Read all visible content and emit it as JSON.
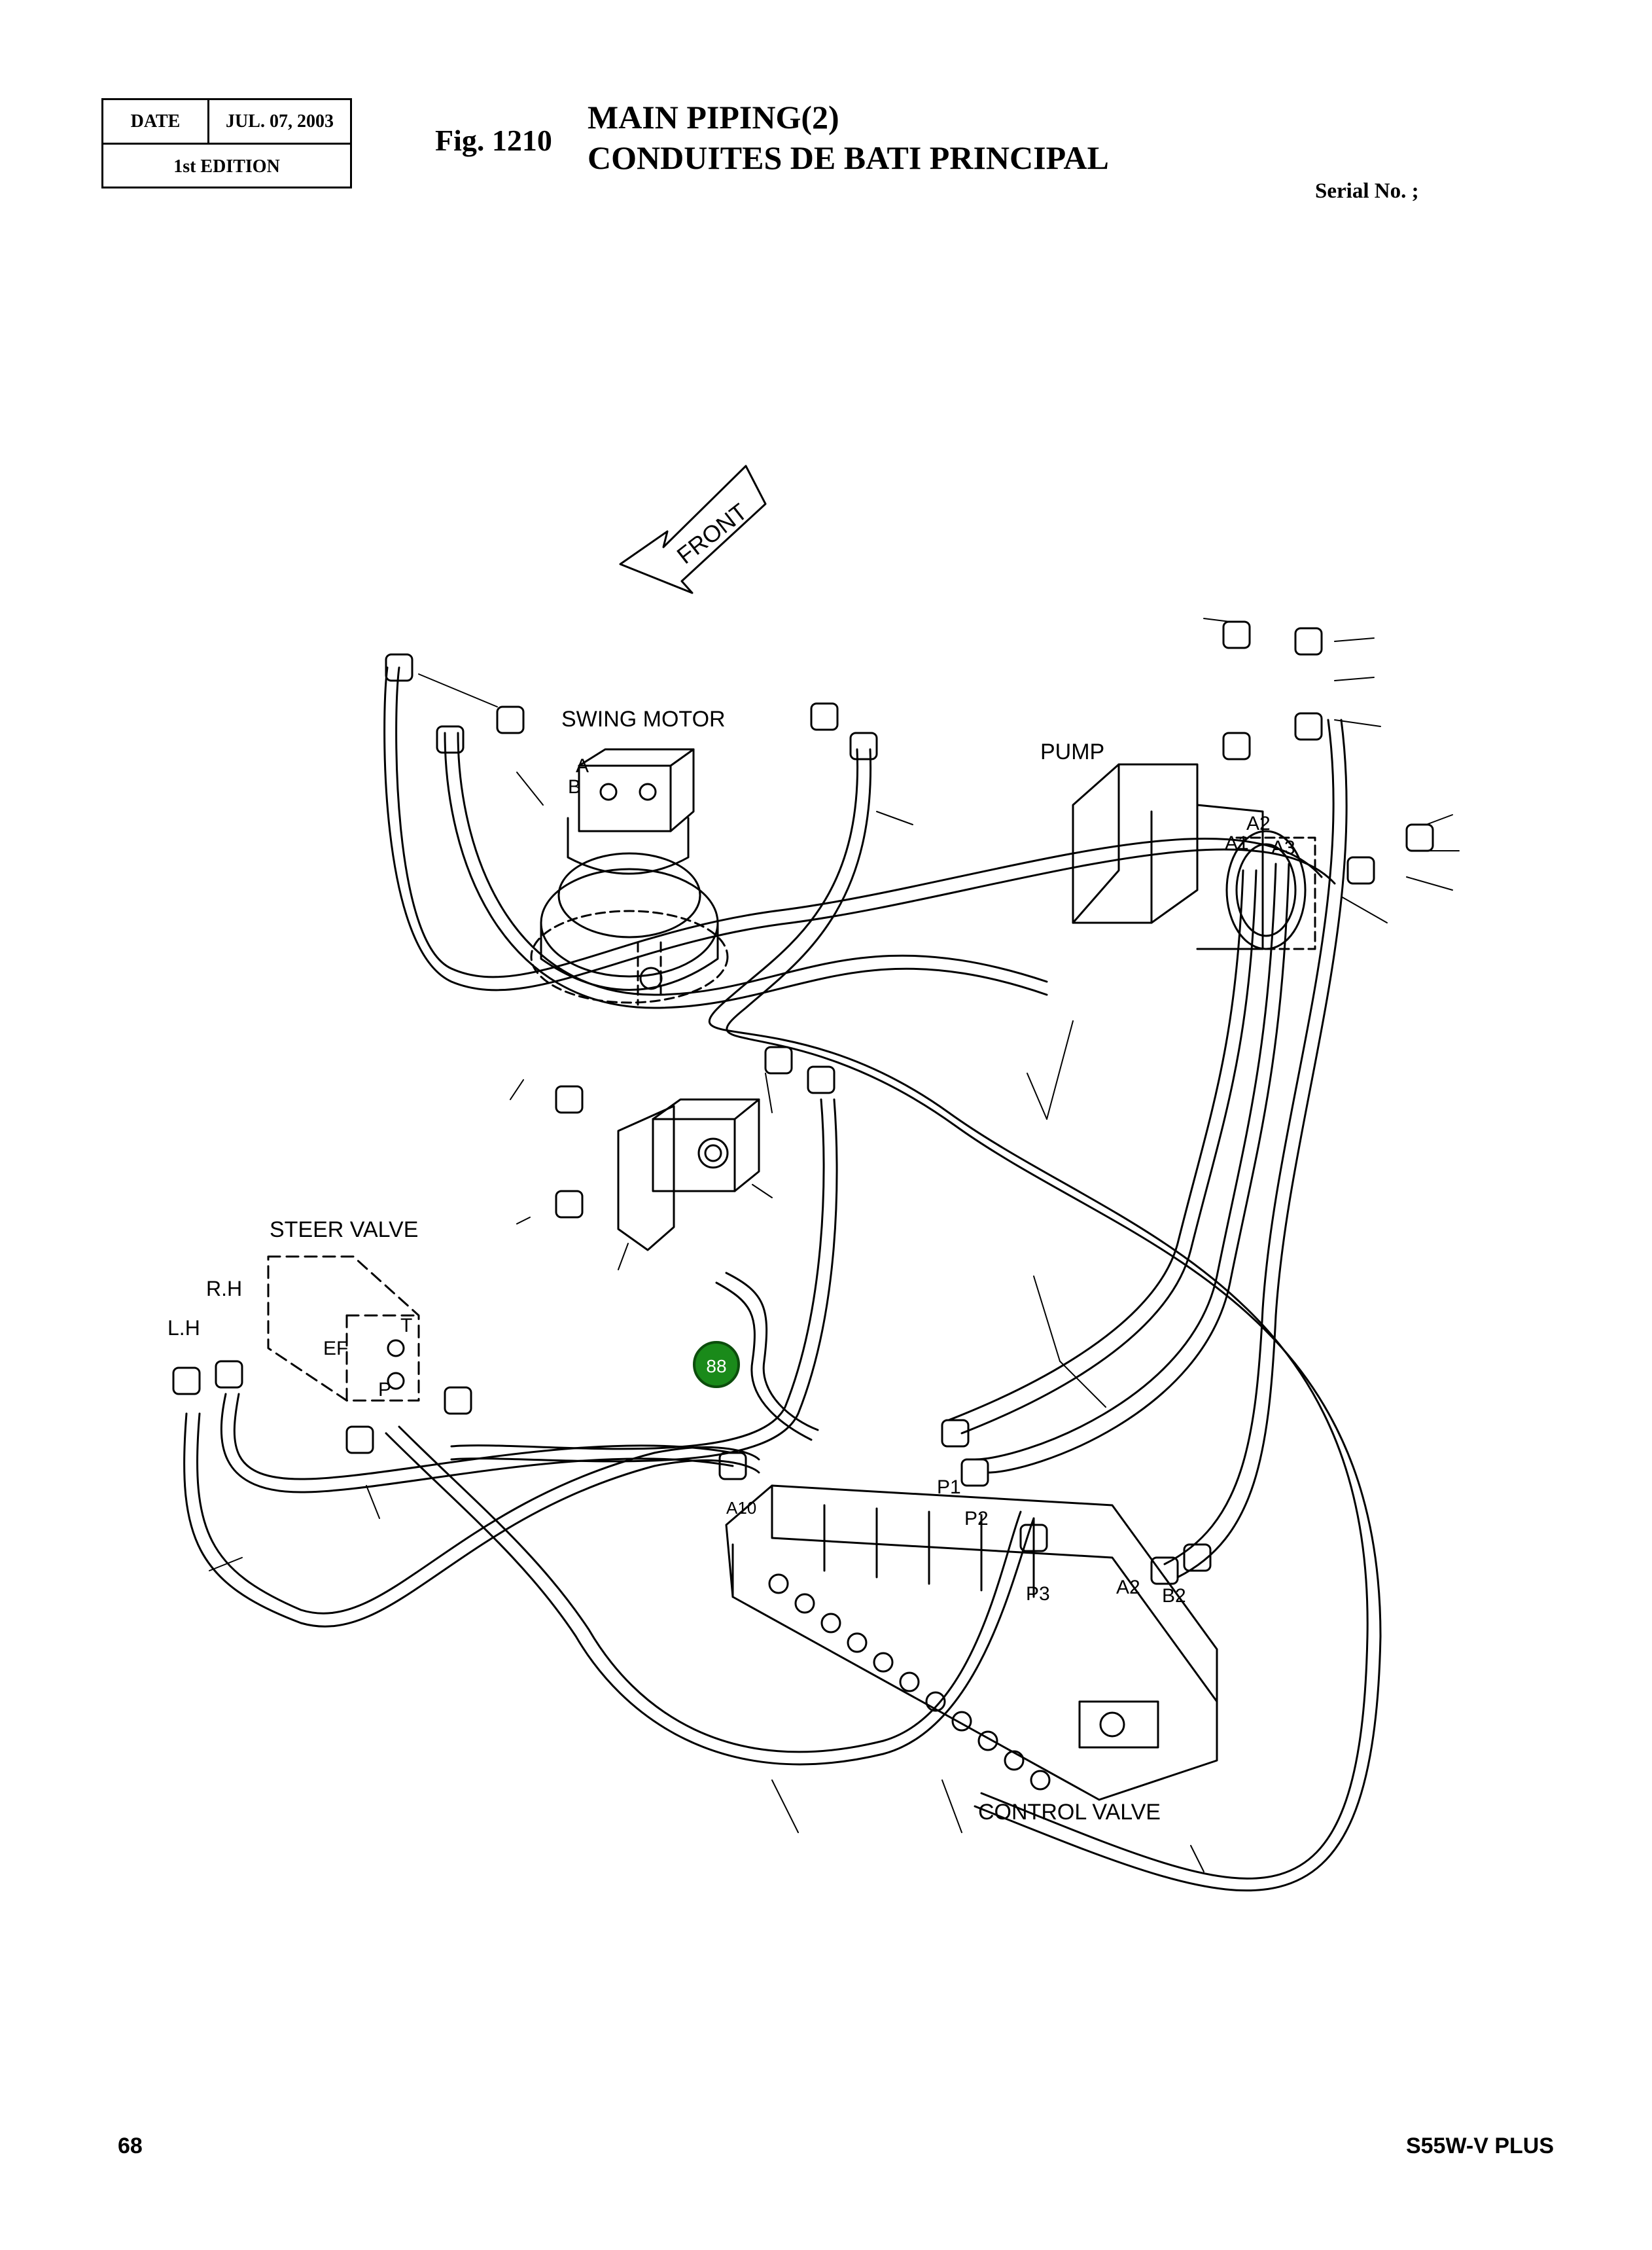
{
  "header": {
    "date_label": "DATE",
    "date_value": "JUL. 07, 2003",
    "edition": "1st EDITION",
    "figure_number": "Fig. 1210",
    "title_en": "MAIN PIPING(2)",
    "title_fr": "CONDUITES DE BATI PRINCIPAL",
    "serial": "Serial No. ;"
  },
  "diagram": {
    "direction_arrow": "FRONT",
    "components": {
      "swing_motor": "SWING MOTOR",
      "pump": "PUMP",
      "steer_valve": "STEER VALVE",
      "control_valve": "CONTROL VALVE"
    },
    "port_labels": {
      "swing_a": "A",
      "swing_b": "B",
      "pump_a1": "A1",
      "pump_a2": "A2",
      "pump_a3": "A3",
      "steer_rh": "R.H",
      "steer_lh": "L.H",
      "steer_ef": "EF",
      "steer_t": "T",
      "steer_p": "P",
      "cv_a10": "A10",
      "cv_p1": "P1",
      "cv_p2": "P2",
      "cv_p3": "P3",
      "cv_a2": "A2",
      "cv_b2": "B2"
    },
    "callout": {
      "number": "88",
      "color": "#1a8a1a"
    }
  },
  "footer": {
    "page_number": "68",
    "model": "S55W-V PLUS"
  }
}
